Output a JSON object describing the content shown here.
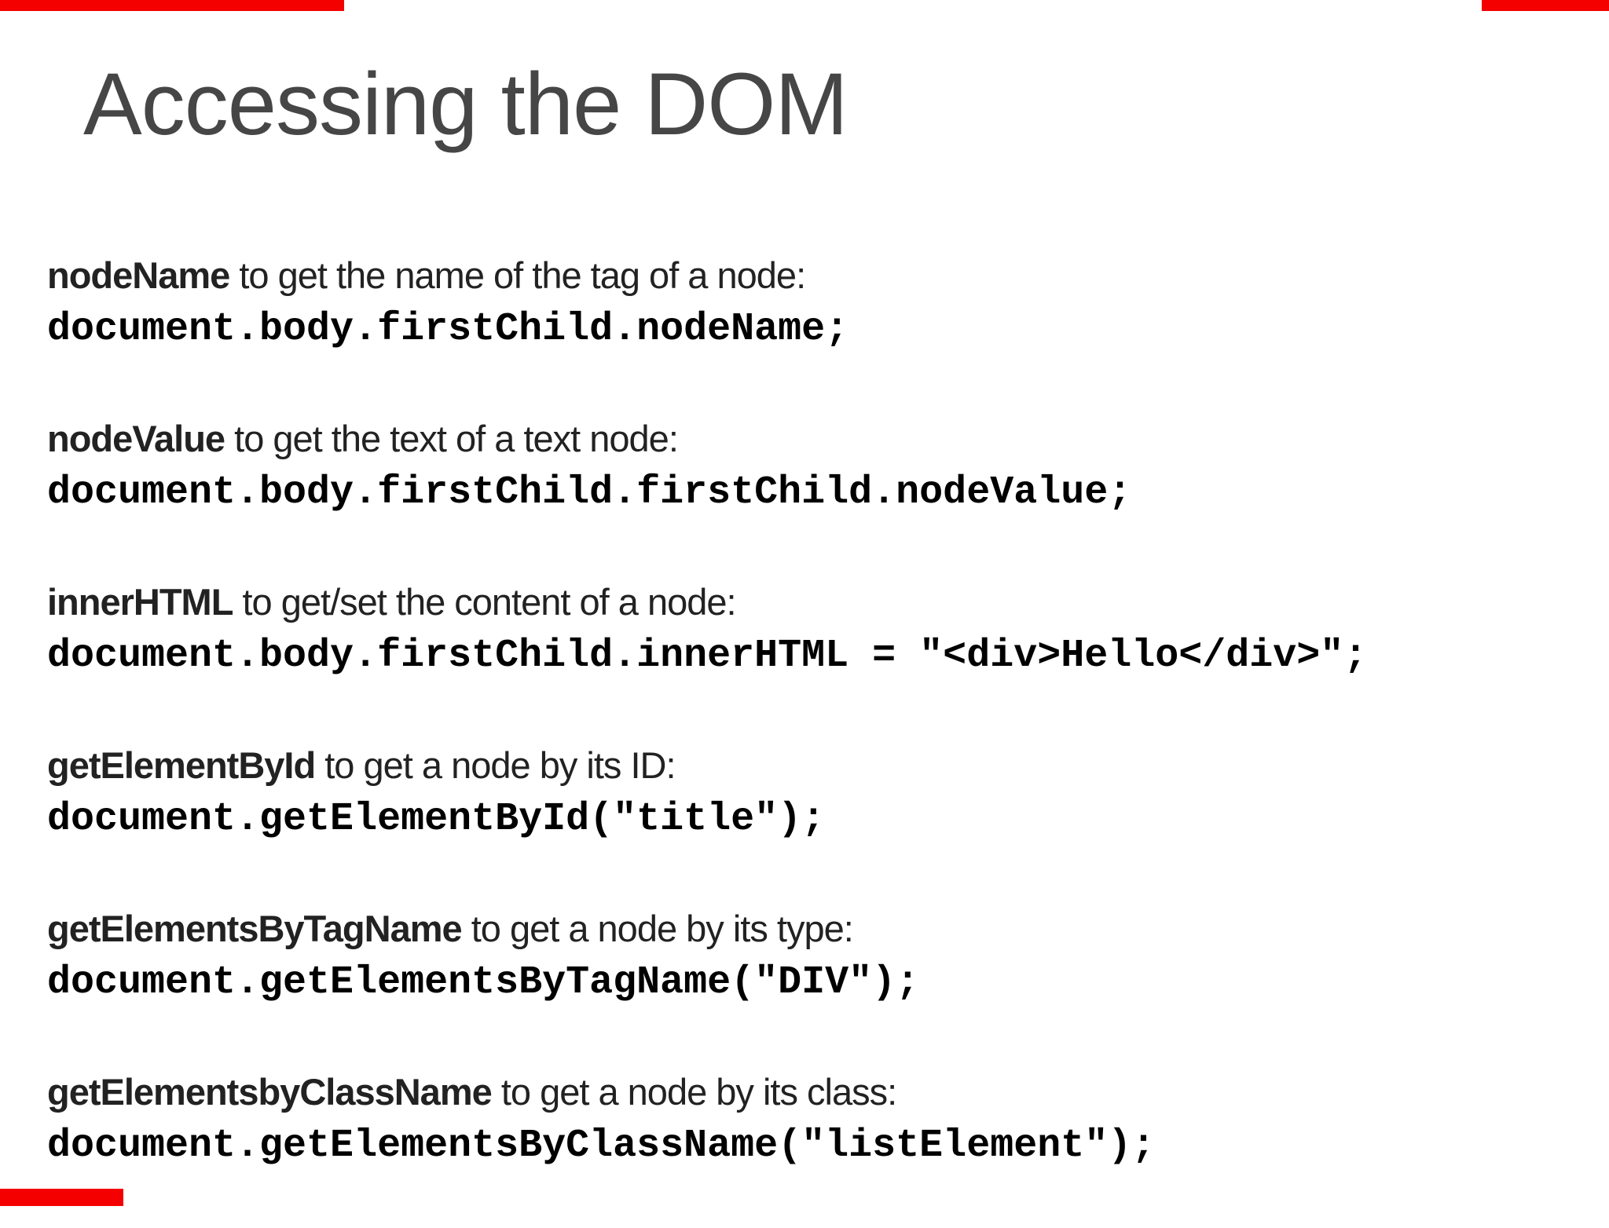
{
  "page": {
    "background_color": "#ffffff",
    "accent_red": "#f40000",
    "title_color": "#464646",
    "text_color": "#222222",
    "code_color": "#000000"
  },
  "title": "Accessing the DOM",
  "blocks": [
    {
      "keyword": "nodeName",
      "description": " to get the name of the tag of a node:",
      "code": "document.body.firstChild.nodeName;"
    },
    {
      "keyword": "nodeValue",
      "description": " to get the text of a text node:",
      "code": "document.body.firstChild.firstChild.nodeValue;"
    },
    {
      "keyword": "innerHTML",
      "description": " to get/set the content of a node:",
      "code": "document.body.firstChild.innerHTML = \"<div>Hello</div>\";"
    },
    {
      "keyword": "getElementById",
      "description": " to get a node by its ID:",
      "code": "document.getElementById(\"title\");"
    },
    {
      "keyword": "getElementsByTagName",
      "description": " to get a node by its type:",
      "code": "document.getElementsByTagName(\"DIV\");"
    },
    {
      "keyword": "getElementsbyClassName",
      "description": " to get a node by its class:",
      "code": "document.getElementsByClassName(\"listElement\");"
    }
  ]
}
